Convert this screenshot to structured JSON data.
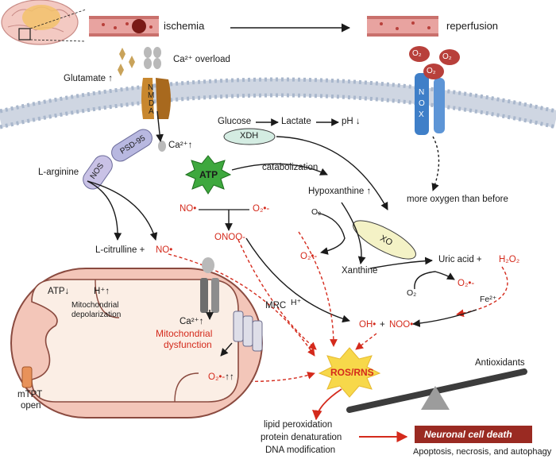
{
  "labels": {
    "ischemia": "ischemia",
    "reperfusion": "reperfusion",
    "glutamate": "Glutamate",
    "ca_overload": "Ca²⁺ overload",
    "nmda": [
      "N",
      "M",
      "D",
      "A"
    ],
    "ca_up": "Ca²⁺",
    "psd95": "PSD-95",
    "nos": "NOS",
    "l_arginine": "L-arginine",
    "glucose": "Glucose",
    "lactate": "Lactate",
    "ph": "pH",
    "xdh": "XDH",
    "atp_star": "ATP",
    "catabolization": "catabolization",
    "hypoxanthine": "Hypoxanthine",
    "no_radical": "NO•",
    "superoxide": "O₂•-",
    "onoo": "ONOO-",
    "o2": "O₂",
    "xo": "XO",
    "xanthine": "Xanthine",
    "uric_acid": "Uric acid +",
    "h2o2": "H₂O₂",
    "o2_bottom": "O₂",
    "superoxide_right": "O₂•-",
    "more_oxygen": "more oxygen than before",
    "nox": [
      "N",
      "O",
      "X"
    ],
    "o2_bubble": "O₂",
    "l_citrulline": "L-citrulline +",
    "no_citrulline": "NO•",
    "h_plus": "H⁺",
    "fe": "Fe²⁺",
    "oh_radical": "OH•",
    "plus": "+",
    "noo_radical": "NOO•",
    "ros_rns": "ROS/RNS",
    "antioxidants": "Antioxidants",
    "mito_atp": "ATP",
    "mito_h": "H⁺",
    "mito_depol_1": "Mitochondrial",
    "mito_depol_2": "depolarization",
    "mito_ca": "Ca²⁺",
    "mito_dysfunction_1": "Mitochondrial",
    "mito_dysfunction_2": "dysfunction",
    "mrc": "MRC",
    "mito_o2": "O₂•-",
    "mtpt_1": "mTPT",
    "mtpt_2": "open",
    "lipid": "lipid peroxidation",
    "protein": "protein denaturation",
    "dna": "DNA modification",
    "neuronal_death": "Neuronal cell death",
    "death_types": "Apoptosis, necrosis, and autophagy"
  },
  "colors": {
    "red": "#d42a1c",
    "vessel": "#e8a3a0",
    "nmda": "#c8872e",
    "nox": "#3f7fc8",
    "psd95": "#b8b8e0",
    "atp_star": "#3ea83e",
    "ros_star": "#f7d84a",
    "death_box": "#9a2a22",
    "membrane_head": "#a9b7cc",
    "xo": "#f4f2c6"
  }
}
